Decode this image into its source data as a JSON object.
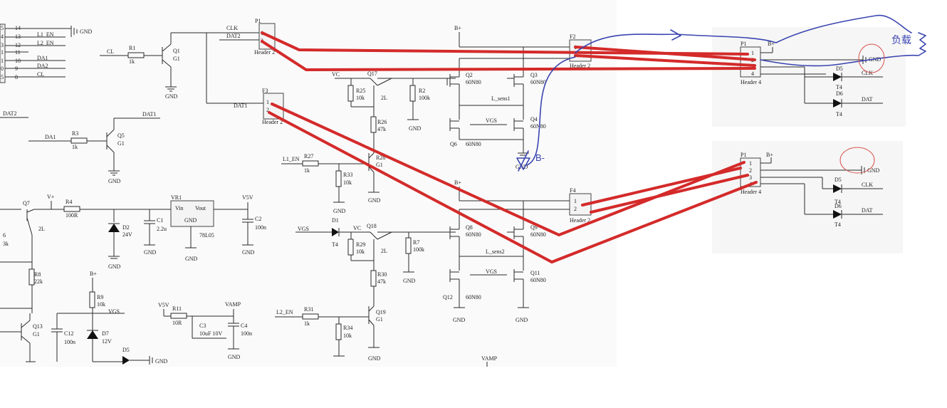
{
  "annotations": {
    "load": "负载",
    "b_minus": "B-"
  },
  "headers": {
    "P1_left": {
      "ref": "P1",
      "pins": [
        "1",
        "2"
      ],
      "name": "Header 2"
    },
    "F3": {
      "ref": "F3",
      "pins": [
        "1",
        "2"
      ],
      "name": "Header 2"
    },
    "F2": {
      "ref": "F2",
      "pins": [
        "1",
        "2"
      ],
      "name": "Header 2"
    },
    "F4": {
      "ref": "F4",
      "pins": [
        "1",
        "2"
      ],
      "name": "Header 2"
    },
    "P1_right_top": {
      "ref": "P1",
      "pins": [
        "1",
        "2",
        "3",
        "4"
      ],
      "name": "Header 4"
    },
    "P1_right_bottom": {
      "ref": "P1",
      "pins": [
        "1",
        "2",
        "3",
        "4"
      ],
      "name": "Header 4"
    }
  },
  "left_connector": {
    "pins": [
      {
        "num": "14",
        "net": "",
        "edge": "5"
      },
      {
        "num": "13",
        "net": "L1_EN",
        "edge": "4"
      },
      {
        "num": "12",
        "net": "L2_EN",
        "edge": "3"
      },
      {
        "num": "11",
        "net": "",
        "edge": "1"
      },
      {
        "num": "10",
        "net": "DA1",
        "edge": "1"
      },
      {
        "num": "9",
        "net": "DA2",
        "edge": "0"
      },
      {
        "num": "8",
        "net": "CL",
        "edge": "5"
      }
    ]
  },
  "nets": {
    "gnd": "GND",
    "clk": "CLK",
    "dat": "DAT",
    "dat1": "DAT1",
    "dat2": "DAT2",
    "cl": "CL",
    "da1": "DA1",
    "bplus": "B+",
    "vc": "VC",
    "vgs": "VGS",
    "vplus": "V+",
    "v5v": "V5V",
    "vamp": "VAMP",
    "l1_en": "L1_EN",
    "l2_en": "L2_EN",
    "l_sens1": "L_sens1",
    "l_sens2": "L_sens2",
    "vin": "Vin",
    "vout": "Vout"
  },
  "components": {
    "Q1": {
      "ref": "Q1",
      "val": "G1"
    },
    "R1": {
      "ref": "R1",
      "val": "1k"
    },
    "Q5": {
      "ref": "Q5",
      "val": "G1"
    },
    "R3": {
      "ref": "R3",
      "val": "1k"
    },
    "Q7": {
      "ref": "Q7",
      "val": "2L"
    },
    "R4": {
      "ref": "R4",
      "val": "100R"
    },
    "D2": {
      "ref": "D2",
      "val": "24V"
    },
    "C1": {
      "ref": "C1",
      "val": "2.2u"
    },
    "VR1": {
      "ref": "VR1",
      "val": "78L05"
    },
    "C2": {
      "ref": "C2",
      "val": "100n"
    },
    "R8": {
      "ref": "R8",
      "val": "22k"
    },
    "Q13": {
      "ref": "Q13",
      "val": "G1"
    },
    "C12": {
      "ref": "C12",
      "val": "100n"
    },
    "R9": {
      "ref": "R9",
      "val": "10k"
    },
    "D7": {
      "ref": "D7",
      "val": "12V"
    },
    "D5": {
      "ref": "D5"
    },
    "R11": {
      "ref": "R11",
      "val": "10R"
    },
    "C3": {
      "ref": "C3",
      "val": "10uF 10V"
    },
    "C4": {
      "ref": "C4",
      "val": "100n"
    },
    "Q17": {
      "ref": "Q17",
      "val": "2L"
    },
    "R25": {
      "ref": "R25",
      "val": "10k"
    },
    "R2": {
      "ref": "R2",
      "val": "100k"
    },
    "R26": {
      "ref": "R26",
      "val": "47k"
    },
    "R27": {
      "ref": "R27",
      "val": "1k"
    },
    "R33": {
      "ref": "R33",
      "val": "10k"
    },
    "Q28": {
      "ref": "R28",
      "val": "G1"
    },
    "D1": {
      "ref": "D1",
      "val": "T4"
    },
    "Q18": {
      "ref": "Q18",
      "val": "2L"
    },
    "R29": {
      "ref": "R29",
      "val": "10k"
    },
    "R7": {
      "ref": "R7",
      "val": "100k"
    },
    "R30": {
      "ref": "R30",
      "val": "47k"
    },
    "R31": {
      "ref": "R31",
      "val": "1k"
    },
    "R34": {
      "ref": "R34",
      "val": "10k"
    },
    "Q19": {
      "ref": "Q19",
      "val": "G1"
    },
    "Q2": {
      "ref": "Q2",
      "val": "60N80"
    },
    "Q3": {
      "ref": "Q3",
      "val": "60N80"
    },
    "Q4": {
      "ref": "Q4",
      "val": "60N80"
    },
    "Q6": {
      "ref": "Q6",
      "val": "60N80"
    },
    "Q8": {
      "ref": "Q8",
      "val": "60N80"
    },
    "Q9": {
      "ref": "Q9",
      "val": "60N80"
    },
    "Q11": {
      "ref": "Q11",
      "val": "60N80"
    },
    "Q12": {
      "ref": "Q12",
      "val": "60N80"
    },
    "D5r": {
      "ref": "D5",
      "val": "T4"
    },
    "D6r": {
      "ref": "D6",
      "val": "T4"
    }
  },
  "edge_labels": {
    "six": "6",
    "three_k": "3k",
    "five": "5",
    "four": "4",
    "three": "3",
    "one": "1",
    "zero": "0"
  },
  "colors": {
    "annotation_red": "#d42a2a",
    "annotation_blue": "#3a45b0",
    "panel": "#f6f6f6",
    "page": "#ffffff"
  }
}
